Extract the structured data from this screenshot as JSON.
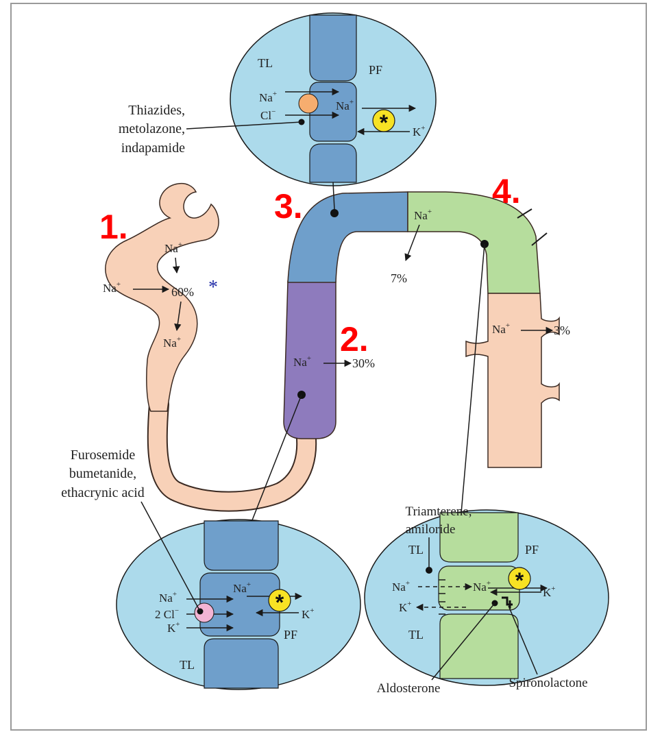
{
  "colors": {
    "background": "#ffffff",
    "frame": "#9a9a9a",
    "cell_fluid": "#acdaeb",
    "proximal": "#f8d1b8",
    "thick_ascending": "#8e7bbd",
    "distal_blue": "#6f9fcb",
    "distal_green": "#b6dd9d",
    "collecting": "#f8d1b8",
    "cell_blue": "#6f9fcb",
    "cell_green": "#b6dd9d",
    "transporter_orange": "#f6ad6f",
    "transporter_pink": "#f3b4d4",
    "pump_yellow": "#f7e224",
    "step_number": "#ff0000",
    "asterisk": "#1f2aa6"
  },
  "site_numbers": {
    "one": "1.",
    "two": "2.",
    "three": "3.",
    "four": "4."
  },
  "nephron": {
    "proximal_na_top": "Na",
    "proximal_na_left": "Na",
    "proximal_percent": "60%",
    "proximal_asterisk": "*",
    "proximal_na_bottom": "Na",
    "loop_na": "Na",
    "loop_percent": "30%",
    "distal_na": "Na",
    "distal_percent": "7%",
    "collecting_na": "Na",
    "collecting_percent": "3%",
    "plus": "+"
  },
  "drugs": {
    "thiazide_line1": "Thiazides,",
    "thiazide_line2": "metolazone,",
    "thiazide_line3": "indapamide",
    "loop_line1": "Furosemide",
    "loop_line2": "bumetanide,",
    "loop_line3": "ethacrynic acid",
    "ksparing_line1": "Triamterene,",
    "ksparing_line2": "amiloride",
    "aldosterone": "Aldosterone",
    "spironolactone": "Spironolactone"
  },
  "top_cell": {
    "tl": "TL",
    "pf": "PF",
    "na_in": "Na",
    "cl_in": "Cl",
    "na_mid": "Na",
    "k": "K",
    "plus": "+",
    "minus": "−",
    "pump": "*"
  },
  "bottom_left_cell": {
    "na_in": "Na",
    "cl_in": "2 Cl",
    "k_in": "K",
    "na_mid": "Na",
    "k": "K",
    "pf": "PF",
    "tl": "TL",
    "plus": "+",
    "minus": "−",
    "pump": "*"
  },
  "bottom_right_cell": {
    "tl_top": "TL",
    "pf": "PF",
    "na_in": "Na",
    "na_mid": "Na",
    "k_out": "K",
    "k": "K",
    "tl_bottom": "TL",
    "plus": "+",
    "pump": "*"
  }
}
